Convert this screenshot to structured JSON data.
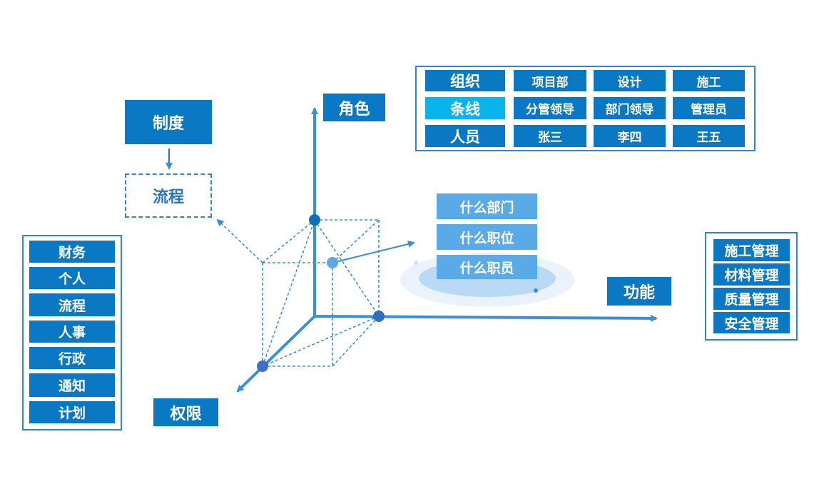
{
  "axes": {
    "role": "角色",
    "function": "功能",
    "permission": "权限"
  },
  "policy": {
    "title": "制度",
    "flow": "流程"
  },
  "role_grid": {
    "rows": [
      {
        "head": "组织",
        "cells": [
          "项目部",
          "设计",
          "施工"
        ]
      },
      {
        "head": "条线",
        "cells": [
          "分管领导",
          "部门领导",
          "管理员"
        ]
      },
      {
        "head": "人员",
        "cells": [
          "张三",
          "李四",
          "王五"
        ]
      }
    ]
  },
  "permission_list": [
    "财务",
    "个人",
    "流程",
    "人事",
    "行政",
    "通知",
    "计划"
  ],
  "function_list": [
    "施工管理",
    "材料管理",
    "质量管理",
    "安全管理"
  ],
  "questions": [
    "什么部门",
    "什么职位",
    "什么职员"
  ],
  "colors": {
    "primary": "#0a78c2",
    "highlight": "#0ab3ea",
    "axis": "#3a8fd9",
    "light": "#5aaae8"
  }
}
